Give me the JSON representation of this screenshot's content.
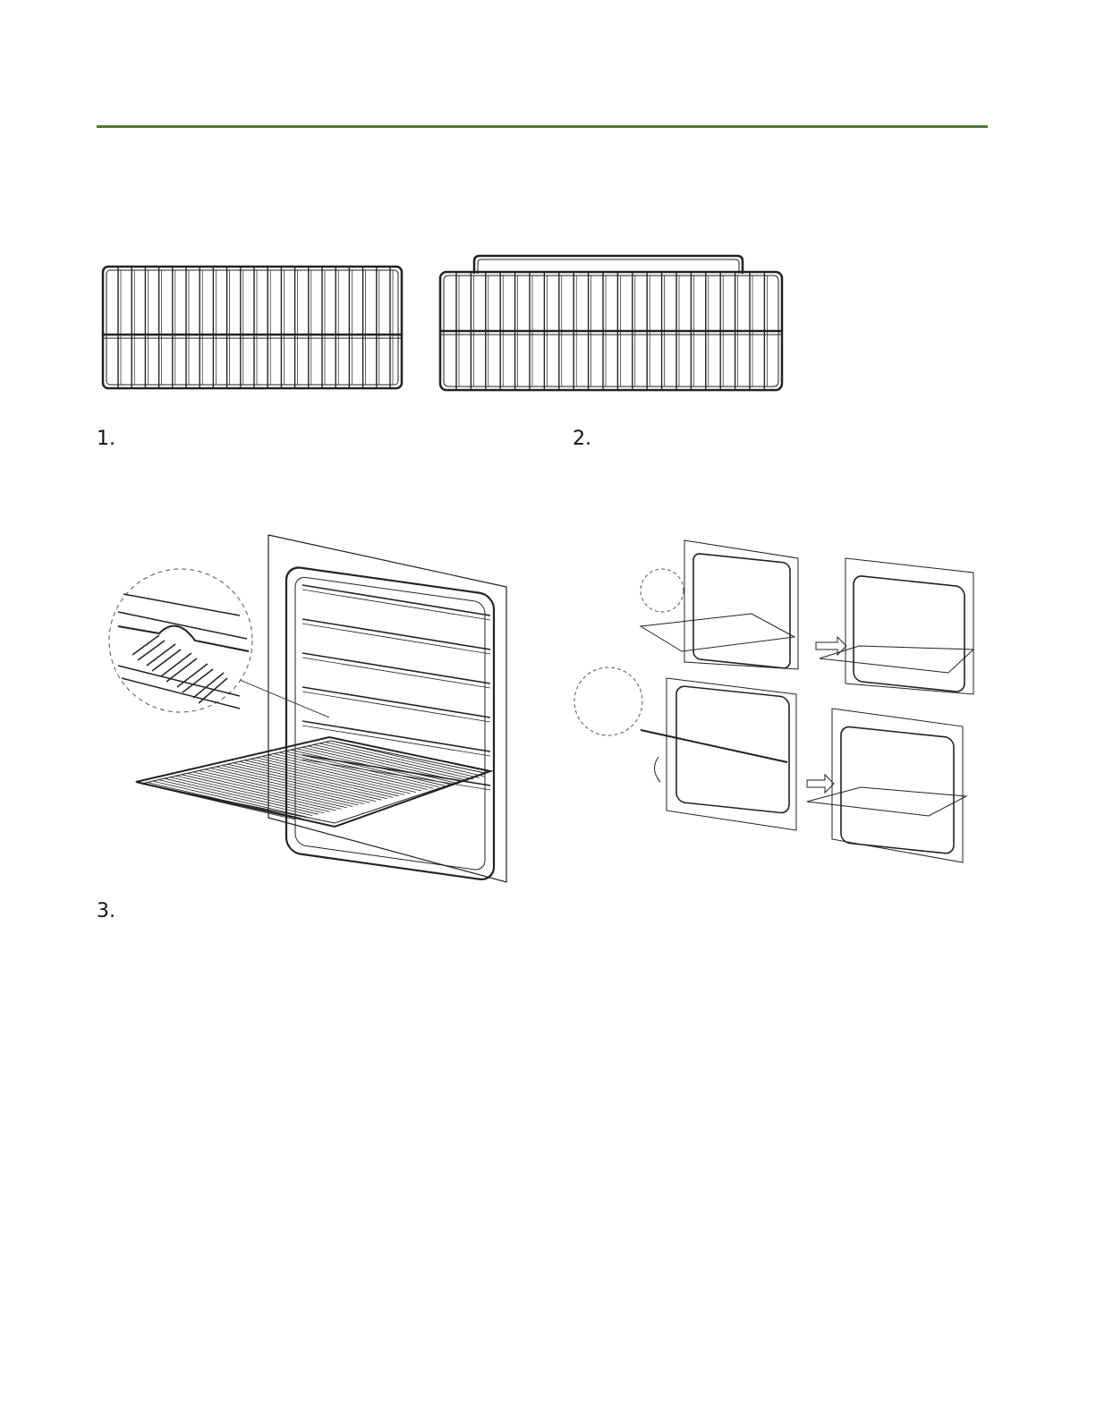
{
  "page": {
    "accent_color": "#4d7a2a"
  },
  "steps": [
    {
      "number": "1."
    },
    {
      "number": "2."
    },
    {
      "number": "3."
    }
  ],
  "icons": {
    "flat_rack": "flat-oven-rack-illustration",
    "handle_rack": "handled-oven-rack-illustration",
    "insert_rack": "rack-insertion-illustration",
    "rack_steps": "rack-installation-steps-illustration"
  }
}
